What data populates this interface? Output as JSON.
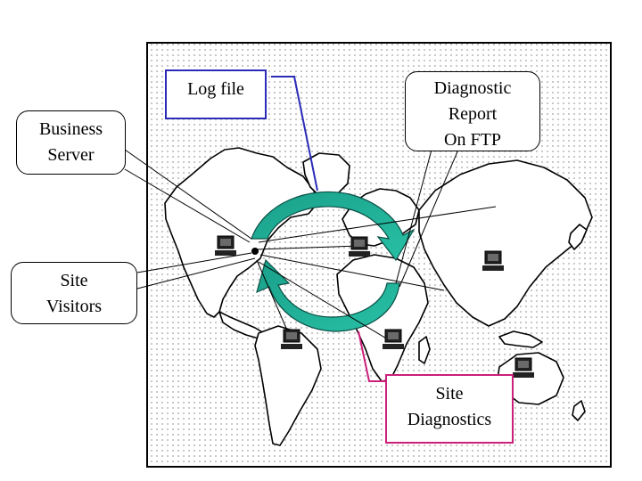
{
  "colors": {
    "background": "#ffffff",
    "map_frame": "#000000",
    "map_dots": "#c8c8c8",
    "land": "#ffffff",
    "coastline": "#000000",
    "cycle_arrow": "#1aa08a",
    "cycle_arrow_edge": "#0b4f45",
    "log_file_border": "#2b2bb8",
    "site_diagnostics_border": "#cc1f7a"
  },
  "labels": {
    "log_file": "Log file",
    "diagnostic_report": [
      "Diagnostic",
      "Report",
      "On FTP"
    ],
    "business_server": [
      "Business",
      "Server"
    ],
    "site_visitors": [
      "Site",
      "Visitors"
    ],
    "site_diagnostics": [
      "Site",
      "Diagnostics"
    ]
  },
  "icons": [
    "computer-icon-north-america",
    "computer-icon-europe",
    "computer-icon-asia",
    "computer-icon-south-america",
    "computer-icon-africa",
    "computer-icon-australia"
  ]
}
